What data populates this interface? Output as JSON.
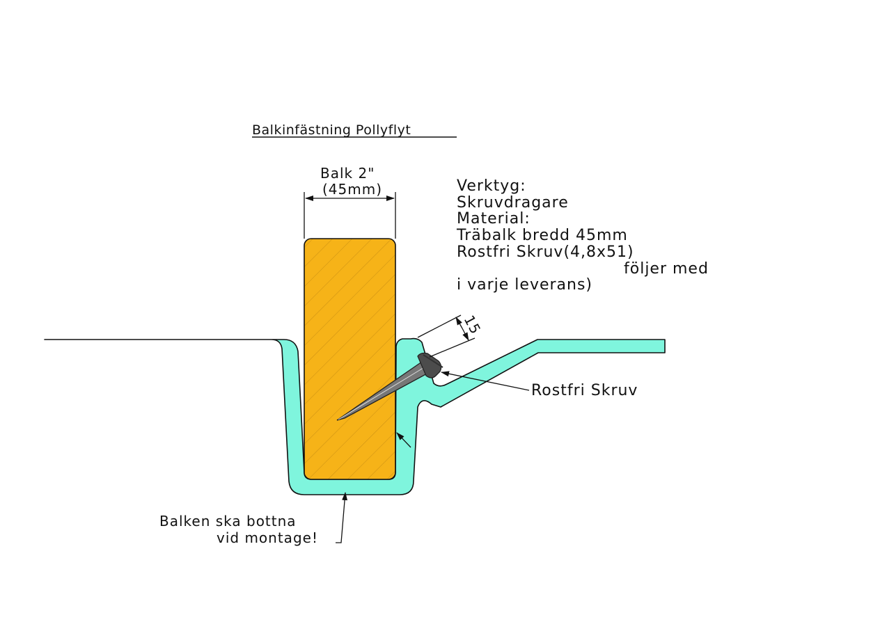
{
  "title": "Balkinfästning Pollyflyt",
  "beam_dimension": {
    "line1": "Balk 2\"",
    "line2": "(45mm)"
  },
  "screw_dimension": "15",
  "notes": [
    "Verktyg:",
    "Skruvdragare",
    "Material:",
    "Träbalk bredd 45mm",
    "Rostfri Skruv(4,8x51)",
    "följer med",
    "i varje leverans)"
  ],
  "screw_callout": "Rostfri Skruv",
  "bottom_note": {
    "line1": "Balken ska bottna",
    "line2": "vid montage!"
  },
  "colors": {
    "profile_fill": "#7ff5dd",
    "beam_fill": "#f6b318",
    "hatch": "#b07a10",
    "outline": "#111111",
    "screw": "#555555"
  }
}
